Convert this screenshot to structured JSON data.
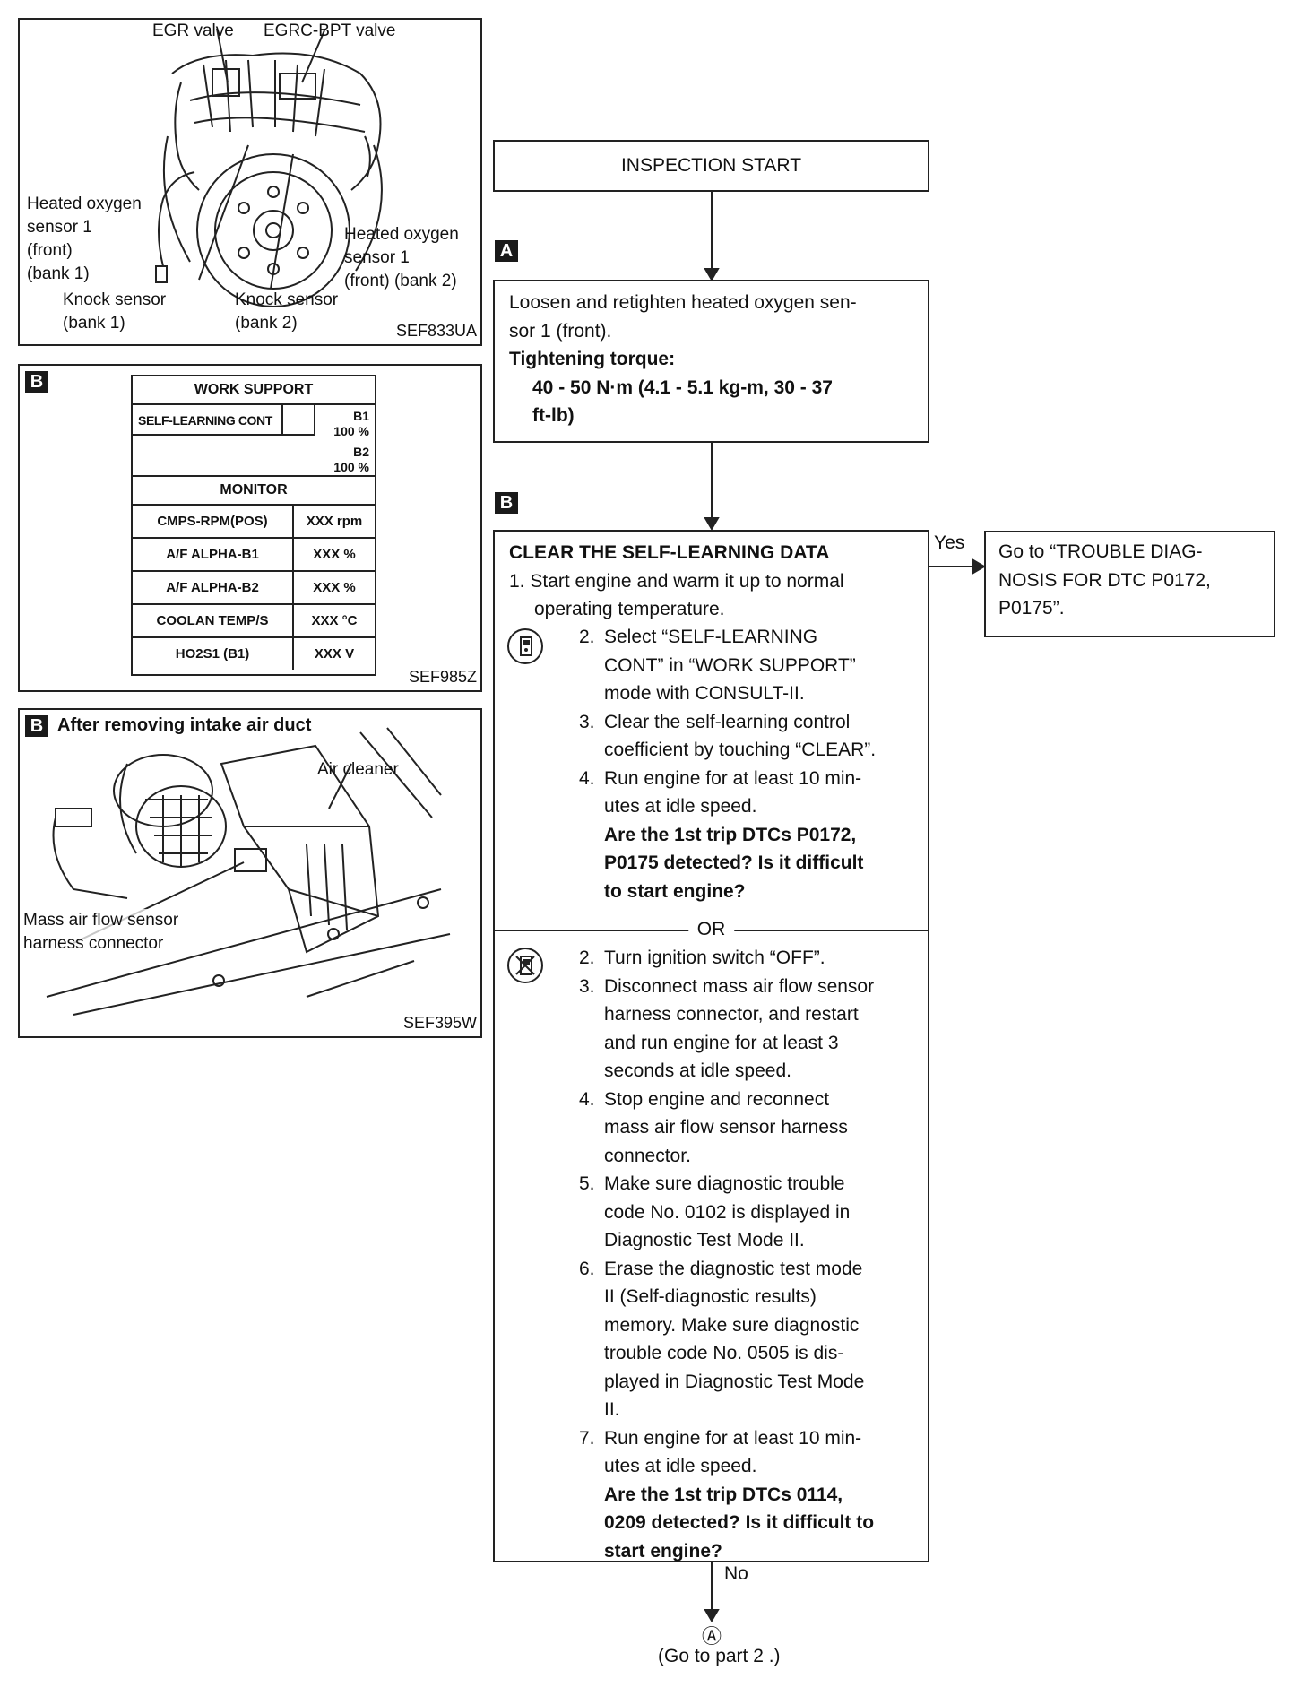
{
  "panel_engine": {
    "labels": {
      "egr_valve": "EGR valve",
      "egrc_bpt_valve": "EGRC-BPT valve",
      "ho2s_bank1": [
        "Heated oxygen",
        "sensor 1",
        "(front)",
        "(bank 1)"
      ],
      "ho2s_bank2": [
        "Heated oxygen",
        "sensor 1",
        "(front) (bank 2)"
      ],
      "knock_bank1": [
        "Knock sensor",
        "(bank 1)"
      ],
      "knock_bank2": [
        "Knock sensor",
        "(bank 2)"
      ]
    },
    "code": "SEF833UA"
  },
  "panel_work_support": {
    "tag": "B",
    "header": "WORK SUPPORT",
    "self_learning": "SELF-LEARNING CONT",
    "b1": "B1",
    "b1_val": "100 %",
    "b2": "B2",
    "b2_val": "100 %",
    "monitor": "MONITOR",
    "rows": [
      {
        "name": "CMPS-RPM(POS)",
        "value": "XXX rpm"
      },
      {
        "name": "A/F ALPHA-B1",
        "value": "XXX %"
      },
      {
        "name": "A/F ALPHA-B2",
        "value": "XXX %"
      },
      {
        "name": "COOLAN TEMP/S",
        "value": "XXX °C"
      },
      {
        "name": "HO2S1 (B1)",
        "value": "XXX V"
      }
    ],
    "code": "SEF985Z"
  },
  "panel_intake": {
    "tag": "B",
    "title": "After removing intake air duct",
    "air_cleaner": "Air cleaner",
    "maf_label": [
      "Mass air flow sensor",
      "harness connector"
    ],
    "code": "SEF395W"
  },
  "flow": {
    "start": "INSPECTION START",
    "tag_a": "A",
    "tag_b": "B",
    "step_a": {
      "lines": [
        "Loosen and retighten heated oxygen sen-",
        "sor 1 (front)."
      ],
      "torque_label": "Tightening torque:",
      "torque_value": [
        "40 - 50 N·m (4.1 - 5.1 kg-m, 30 - 37",
        "ft-lb)"
      ]
    },
    "step_b": {
      "title": "CLEAR THE SELF-LEARNING DATA",
      "item1": [
        "1.",
        "Start engine and warm it up to normal",
        "operating temperature."
      ],
      "with_consult": [
        {
          "n": "2.",
          "lines": [
            "Select “SELF-LEARNING",
            "CONT” in “WORK SUPPORT”",
            "mode with CONSULT-II."
          ]
        },
        {
          "n": "3.",
          "lines": [
            "Clear the self-learning control",
            "coefficient by touching “CLEAR”."
          ]
        },
        {
          "n": "4.",
          "lines": [
            "Run engine for at least 10 min-",
            "utes at idle speed."
          ]
        }
      ],
      "question1": [
        "Are the 1st trip DTCs P0172,",
        "P0175 detected? Is it difficult",
        "to start engine?"
      ],
      "or": "OR",
      "without_consult": [
        {
          "n": "2.",
          "lines": [
            "Turn ignition switch “OFF”."
          ]
        },
        {
          "n": "3.",
          "lines": [
            "Disconnect mass air flow sensor",
            "harness connector, and restart",
            "and run engine for at least 3",
            "seconds at idle speed."
          ]
        },
        {
          "n": "4.",
          "lines": [
            "Stop engine and reconnect",
            "mass air flow sensor harness",
            "connector."
          ]
        },
        {
          "n": "5.",
          "lines": [
            "Make sure diagnostic trouble",
            "code No. 0102 is displayed in",
            "Diagnostic Test Mode II."
          ]
        },
        {
          "n": "6.",
          "lines": [
            "Erase the diagnostic test mode",
            "II (Self-diagnostic results)",
            "memory. Make sure diagnostic",
            "trouble code No. 0505 is dis-",
            "played in Diagnostic Test Mode",
            "II."
          ]
        },
        {
          "n": "7.",
          "lines": [
            "Run engine for at least 10 min-",
            "utes at idle speed."
          ]
        }
      ],
      "question2": [
        "Are the 1st trip DTCs 0114,",
        "0209 detected? Is it difficult to",
        "start engine?"
      ]
    },
    "yes_label": "Yes",
    "yes_target": [
      "Go to “TROUBLE DIAG-",
      "NOSIS FOR DTC P0172,",
      "P0175”."
    ],
    "no_label": "No",
    "connector": "Ⓐ",
    "goto": "(Go to part 2 .)"
  }
}
